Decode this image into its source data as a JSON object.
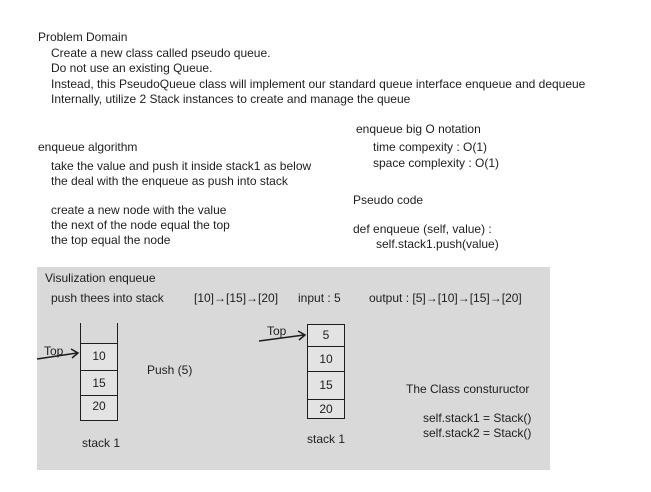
{
  "problem": {
    "heading": "Problem Domain",
    "lines": [
      "Create a new class called pseudo queue.",
      "Do not use an existing Queue.",
      "Instead, this PseudoQueue class will implement our standard queue interface enqueue and dequeue",
      "Internally, utilize 2 Stack instances to create and manage the queue"
    ]
  },
  "big_o": {
    "heading": "enqueue big O notation",
    "time": "time compexity : O(1)",
    "space": "space complexity : O(1)"
  },
  "algorithm": {
    "heading": "enqueue algorithm",
    "lines": [
      "take the value and push it inside stack1 as below",
      "the deal with the enqueue as push into stack",
      "create a new node with the value",
      "the next of the node equal the top",
      "the top equal the node"
    ]
  },
  "pseudo": {
    "heading": "Pseudo code",
    "signature": "def enqueue (self, value) :",
    "body": "self.stack1.push(value)"
  },
  "visualization": {
    "heading": "Visulization enqueue",
    "push_text": "push thees into stack",
    "sequence": "[10]→[15]→[20]",
    "input": "input : 5",
    "output": "output : [5]→[10]→[15]→[20]",
    "stack_before": {
      "top_label": "Top",
      "values": [
        "10",
        "15",
        "20"
      ],
      "caption": "stack 1"
    },
    "operation": "Push (5)",
    "stack_after": {
      "top_label": "Top",
      "values": [
        "5",
        "10",
        "15",
        "20"
      ],
      "caption": "stack 1"
    },
    "constructor": {
      "heading": "The Class constuructor",
      "line1": "self.stack1 = Stack()",
      "line2": "self.stack2 = Stack()"
    }
  }
}
